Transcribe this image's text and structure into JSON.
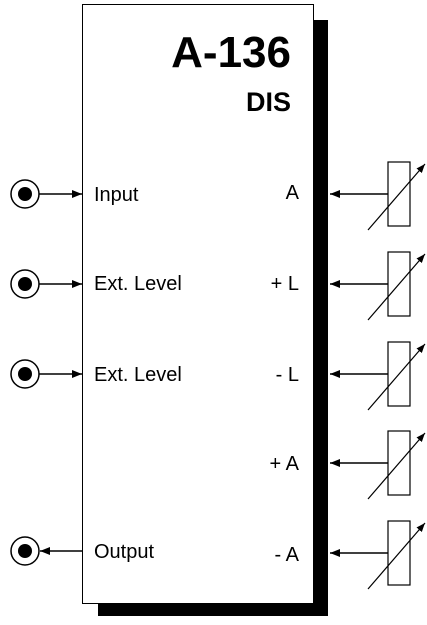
{
  "module": {
    "title": "A-136",
    "subtitle": "DIS"
  },
  "inputs": [
    {
      "label": "Input",
      "direction": "in"
    },
    {
      "label": "Ext. Level",
      "direction": "in"
    },
    {
      "label": "Ext. Level",
      "direction": "in"
    },
    {
      "label": "Output",
      "direction": "out"
    }
  ],
  "controls": [
    {
      "label": "A"
    },
    {
      "label": "+ L"
    },
    {
      "label": "- L"
    },
    {
      "label": "+ A"
    },
    {
      "label": "- A"
    }
  ],
  "colors": {
    "line": "#000000",
    "background": "#ffffff"
  }
}
